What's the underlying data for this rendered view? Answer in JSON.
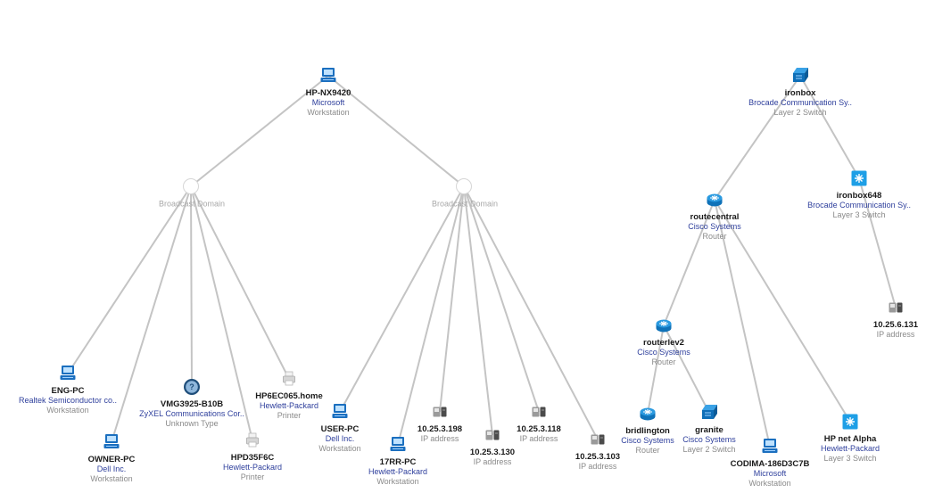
{
  "domains": [
    {
      "id": "bd1",
      "label": "Broadcast Domain"
    },
    {
      "id": "bd2",
      "label": "Broadcast Domain"
    }
  ],
  "devices": [
    {
      "id": "hp_nx9420",
      "name": "HP-NX9420",
      "vendor": "Microsoft",
      "type": "Workstation",
      "icon": "workstation-icon"
    },
    {
      "id": "eng_pc",
      "name": "ENG-PC",
      "vendor": "Realtek Semiconductor co..",
      "type": "Workstation",
      "icon": "workstation-icon"
    },
    {
      "id": "owner_pc",
      "name": "OWNER-PC",
      "vendor": "Dell Inc.",
      "type": "Workstation",
      "icon": "workstation-icon"
    },
    {
      "id": "vmg3925",
      "name": "VMG3925-B10B",
      "vendor": "ZyXEL Communications Cor..",
      "type": "Unknown Type",
      "icon": "unknown-device-icon"
    },
    {
      "id": "hpd35f6c",
      "name": "HPD35F6C",
      "vendor": "Hewlett-Packard",
      "type": "Printer",
      "icon": "printer-icon"
    },
    {
      "id": "hp6ec065",
      "name": "HP6EC065.home",
      "vendor": "Hewlett-Packard",
      "type": "Printer",
      "icon": "printer-icon"
    },
    {
      "id": "user_pc",
      "name": "USER-PC",
      "vendor": "Dell Inc.",
      "type": "Workstation",
      "icon": "workstation-icon"
    },
    {
      "id": "rr17_pc",
      "name": "17RR-PC",
      "vendor": "Hewlett-Packard",
      "type": "Workstation",
      "icon": "workstation-icon"
    },
    {
      "id": "ip198",
      "name": "10.25.3.198",
      "vendor": "",
      "type": "IP address",
      "icon": "ip-address-icon"
    },
    {
      "id": "ip130",
      "name": "10.25.3.130",
      "vendor": "",
      "type": "IP address",
      "icon": "ip-address-icon"
    },
    {
      "id": "ip118",
      "name": "10.25.3.118",
      "vendor": "",
      "type": "IP address",
      "icon": "ip-address-icon"
    },
    {
      "id": "ip103",
      "name": "10.25.3.103",
      "vendor": "",
      "type": "IP address",
      "icon": "ip-address-icon"
    },
    {
      "id": "ironbox",
      "name": "ironbox",
      "vendor": "Brocade Communication Sy..",
      "type": "Layer 2 Switch",
      "icon": "layer2-switch-icon"
    },
    {
      "id": "ironbox648",
      "name": "ironbox648",
      "vendor": "Brocade Communication Sy..",
      "type": "Layer 3 Switch",
      "icon": "layer3-switch-icon"
    },
    {
      "id": "routecentral",
      "name": "routecentral",
      "vendor": "Cisco Systems",
      "type": "Router",
      "icon": "router-icon"
    },
    {
      "id": "routerlev2",
      "name": "routerlev2",
      "vendor": "Cisco Systems",
      "type": "Router",
      "icon": "router-icon"
    },
    {
      "id": "ip6131",
      "name": "10.25.6.131",
      "vendor": "",
      "type": "IP address",
      "icon": "ip-address-icon"
    },
    {
      "id": "bridlington",
      "name": "bridlington",
      "vendor": "Cisco Systems",
      "type": "Router",
      "icon": "router-icon"
    },
    {
      "id": "granite",
      "name": "granite",
      "vendor": "Cisco Systems",
      "type": "Layer 2 Switch",
      "icon": "layer2-switch-icon"
    },
    {
      "id": "codima",
      "name": "CODIMA-186D3C7B",
      "vendor": "Microsoft",
      "type": "Workstation",
      "icon": "workstation-icon"
    },
    {
      "id": "hpnetalpha",
      "name": "HP net Alpha",
      "vendor": "Hewlett-Packard",
      "type": "Layer 3 Switch",
      "icon": "layer3-switch-icon"
    }
  ],
  "links": [
    [
      "hp_nx9420",
      "bd1"
    ],
    [
      "hp_nx9420",
      "bd2"
    ],
    [
      "bd1",
      "eng_pc"
    ],
    [
      "bd1",
      "owner_pc"
    ],
    [
      "bd1",
      "vmg3925"
    ],
    [
      "bd1",
      "hpd35f6c"
    ],
    [
      "bd1",
      "hp6ec065"
    ],
    [
      "bd2",
      "user_pc"
    ],
    [
      "bd2",
      "rr17_pc"
    ],
    [
      "bd2",
      "ip198"
    ],
    [
      "bd2",
      "ip130"
    ],
    [
      "bd2",
      "ip118"
    ],
    [
      "bd2",
      "ip103"
    ],
    [
      "ironbox",
      "routecentral"
    ],
    [
      "ironbox",
      "ironbox648"
    ],
    [
      "ironbox648",
      "ip6131"
    ],
    [
      "routecentral",
      "routerlev2"
    ],
    [
      "routecentral",
      "codima"
    ],
    [
      "routecentral",
      "hpnetalpha"
    ],
    [
      "routerlev2",
      "bridlington"
    ],
    [
      "routerlev2",
      "granite"
    ]
  ]
}
